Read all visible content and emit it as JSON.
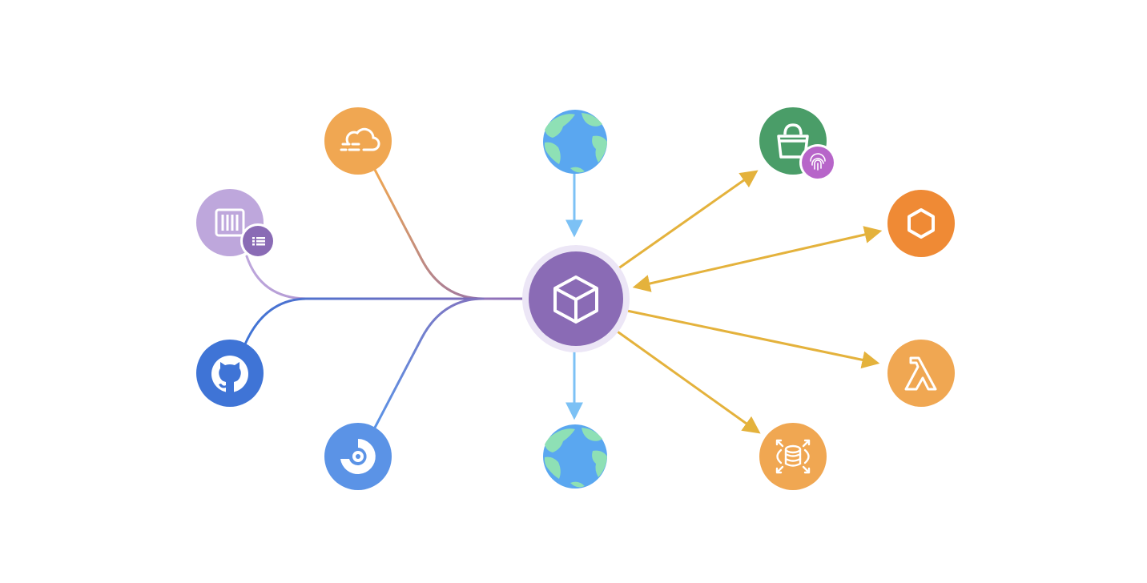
{
  "diagram": {
    "hub": {
      "icon": "cube-icon",
      "color": "#8a6bb5",
      "halo": "#ece6f6"
    },
    "sources": [
      {
        "id": "cloud-build",
        "icon": "cloud-build-icon",
        "color": "#f0a752"
      },
      {
        "id": "registry",
        "icon": "container-registry-icon",
        "color": "#bea7dc",
        "badge_icon": "list-icon",
        "badge_color": "#8a6bb5"
      },
      {
        "id": "github",
        "icon": "github-icon",
        "color": "#3f74d6"
      },
      {
        "id": "circleci",
        "icon": "circleci-icon",
        "color": "#5b93e6"
      }
    ],
    "internet": [
      {
        "id": "internet-in",
        "icon": "globe-icon"
      },
      {
        "id": "internet-out",
        "icon": "globe-icon"
      }
    ],
    "targets": [
      {
        "id": "s3-bucket",
        "icon": "bucket-icon",
        "color": "#4a9d68",
        "badge_icon": "fingerprint-icon",
        "badge_color": "#b765c9"
      },
      {
        "id": "cloud-function",
        "icon": "hexagon-icon",
        "color": "#ef8a35"
      },
      {
        "id": "lambda",
        "icon": "lambda-icon",
        "color": "#f0a752"
      },
      {
        "id": "rds-database",
        "icon": "database-icon",
        "color": "#f0a752"
      }
    ],
    "colors": {
      "arrow": "#e4b23c",
      "internet_arrow": "#7cc1f5",
      "globe_ocean": "#5aa7f0",
      "globe_land": "#8ee0b5"
    }
  }
}
